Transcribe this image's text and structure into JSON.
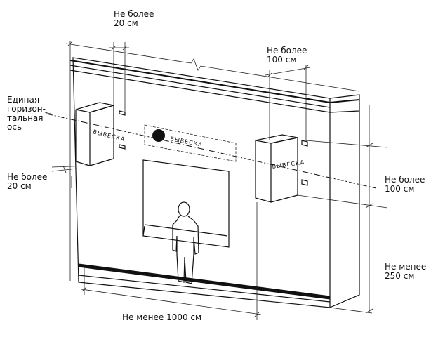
{
  "labels": {
    "top_left_max": [
      "Не более",
      "20 см"
    ],
    "top_right_max": [
      "Не более",
      "100 см"
    ],
    "axis_caption": [
      "Единая",
      "горизон-",
      "тальная",
      "ось"
    ],
    "left_max": [
      "Не более",
      "20 см"
    ],
    "right_max": [
      "Не более",
      "100 см"
    ],
    "right_min": [
      "Не менее",
      "250 см"
    ],
    "bottom_min": "Не менее 1000 см"
  },
  "signs": {
    "main_sign": "ВЫВЕСКА",
    "left_box": "ВЫВЕСКА",
    "right_box": "ВЫВЕСКА"
  },
  "icons": [
    "person-icon",
    "sign-dot-icon"
  ]
}
